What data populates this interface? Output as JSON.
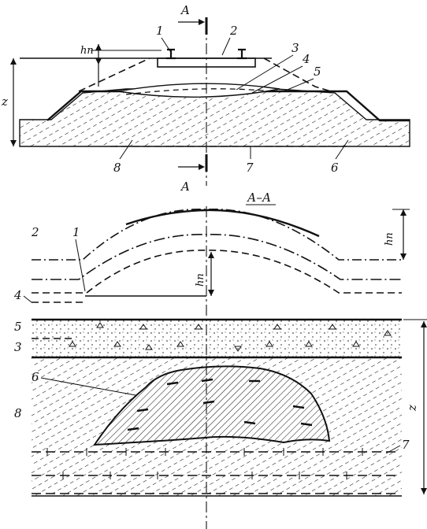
{
  "top_view": {
    "dimension_hn": "hп",
    "dimension_z": "z",
    "section_marker": "A",
    "callouts": [
      "1",
      "2",
      "3",
      "4",
      "5",
      "6",
      "7",
      "8"
    ]
  },
  "section_view": {
    "title": "А–А",
    "dimension_hn_upper": "hп",
    "dimension_hn_lower": "hп",
    "dimension_z": "z",
    "callouts_left": [
      "2",
      "1",
      "4",
      "5",
      "3",
      "6",
      "8"
    ],
    "callout_right": "7"
  },
  "colors": {
    "ink": "#111111",
    "paper": "#ffffff"
  }
}
